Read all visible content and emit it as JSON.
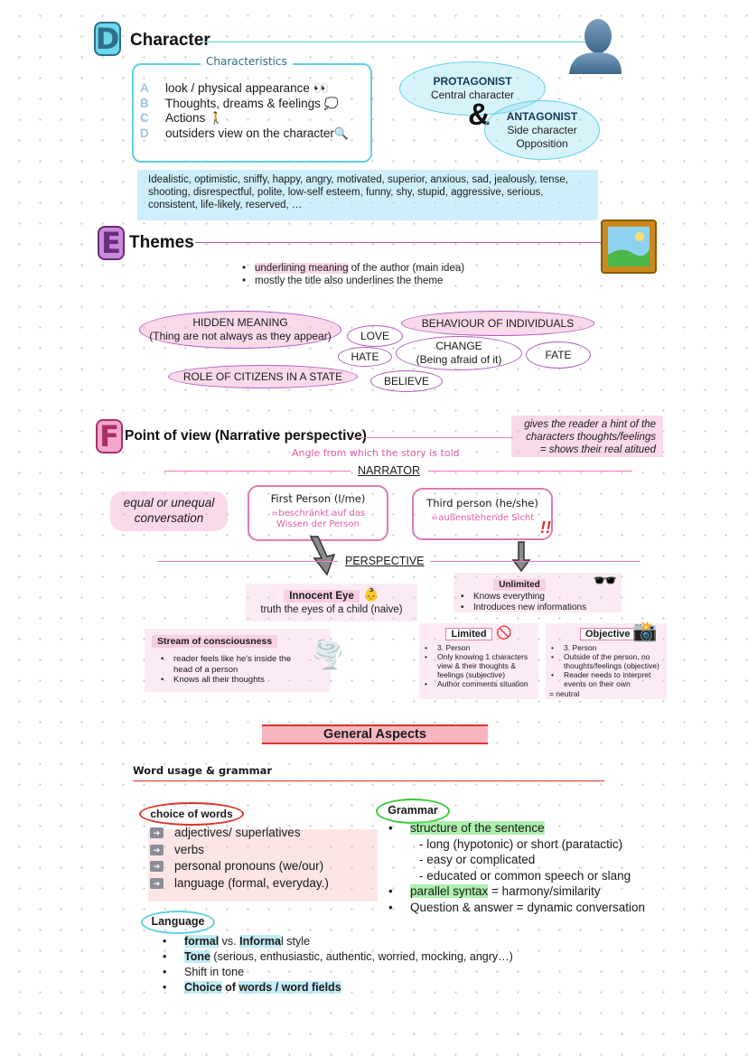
{
  "character": {
    "letter": "D",
    "title": "Character",
    "characteristics_label": "Characteristics",
    "items": [
      {
        "marker": "A",
        "text": "look / physical appearance"
      },
      {
        "marker": "B",
        "text": "Thoughts, dreams & feelings"
      },
      {
        "marker": "C",
        "text": "Actions"
      },
      {
        "marker": "D",
        "text": "outsiders view on the character"
      }
    ],
    "protagonist": {
      "title": "PROTAGONIST",
      "subtitle": "Central character"
    },
    "ampersand": "&",
    "antagonist": {
      "title": "ANTAGONIST",
      "line1": "Side character",
      "line2": "Opposition"
    },
    "traits": "Idealistic, optimistic, sniffy, happy, angry, motivated, superior, anxious, sad, jealously, tense, shooting, disrespectful, polite, low-self esteem, funny, shy, stupid, aggressive, serious, consistent, life-likely, reserved, …"
  },
  "themes": {
    "letter": "E",
    "title": "Themes",
    "bullets": [
      {
        "highlight": "underlining meaning",
        "rest": " of the author (main idea)"
      },
      {
        "highlight": "",
        "rest": "mostly the title also underlines the theme"
      }
    ],
    "ovals": {
      "hidden_meaning": "HIDDEN MEANING",
      "hidden_meaning_sub": "(Thing are not always as they appear)",
      "love": "LOVE",
      "behaviour": "BEHAVIOUR OF INDIVIDUALS",
      "hate": "HATE",
      "change": "CHANGE",
      "change_sub": "(Being afraid of it)",
      "fate": "FATE",
      "citizens": "ROLE OF CITIZENS IN A STATE",
      "believe": "BELIEVE"
    }
  },
  "pov": {
    "letter": "F",
    "title": "Point of view (Narrative perspective)",
    "hint": "gives the reader a hint of the characters thoughts/feelings = shows their real atitued",
    "subtitle": "Angle from which the story is told",
    "narrator": "NARRATOR",
    "equal": "equal or unequal conversation",
    "first_person": "First Person (I/me)",
    "first_person_note": "=beschränkt auf das Wissen der Person",
    "third_person": "Third person (he/she)",
    "third_person_note": "=außenstehende Sicht",
    "exclaim": "!!",
    "perspective": "PERSPECTIVE",
    "innocent_eye": "Innocent Eye",
    "innocent_eye_desc": "truth the eyes of a child (naive)",
    "unlimited": "Unlimited",
    "unlimited_items": [
      "Knows everything",
      "Introduces new informations"
    ],
    "stream": "Stream of consciousness",
    "stream_items": [
      "reader feels like he's inside the head of a person",
      "Knows all their thoughts"
    ],
    "limited": "Limited",
    "limited_items": [
      "3. Person",
      "Only knowing 1 characters view & their thoughts & feelings (subjective)",
      "Author comments situation"
    ],
    "objective": "Objective",
    "objective_items": [
      "3. Person",
      "Outside of the person, no thoughts/feelings  (objective)",
      "Reader needs to interpret events on their own"
    ],
    "objective_note": "= neutral"
  },
  "general": {
    "title": "General Aspects",
    "word_usage": "Word usage & grammar",
    "choice_label": "choice of words",
    "choice_items": [
      "adjectives/ superlatives",
      "verbs",
      "personal  pronouns   (we/our)",
      "language (formal, everyday.)"
    ],
    "grammar_label": "Grammar",
    "grammar_items": {
      "structure": "structure of the sentence",
      "sub1": "- long (hypotonic) or short (paratactic)",
      "sub2": "- easy or complicated",
      "sub3": "- educated or common speech or slang",
      "parallel": "parallel syntax",
      "parallel_rest": " = harmony/similarity",
      "qa": "Question & answer = dynamic conversation"
    },
    "language_label": "Language",
    "language_items": {
      "formal": "formal",
      "vs": " vs. ",
      "informal_hl": "Informa",
      "informal_rest": "l style",
      "tone": "Tone",
      "tone_rest": " (serious, enthusiastic, authentic, worried, mocking, angry…)",
      "shift": "Shift in tone",
      "choice_hl": "Choice",
      "choice_mid": " of ",
      "word_fields": "words / word fields"
    }
  },
  "colors": {
    "blue": "#5fd0e6",
    "purple": "#b05cc0",
    "pink": "#f07cb8",
    "red": "#d9342a",
    "green": "#38c838"
  }
}
